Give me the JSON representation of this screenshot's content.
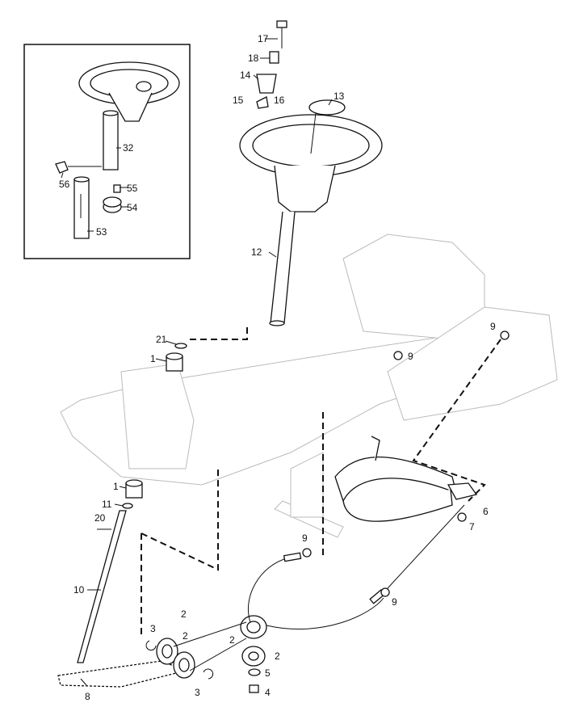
{
  "diagram": {
    "labels": {
      "p1a": "1",
      "p1b": "1",
      "p2a": "2",
      "p2b": "2",
      "p2c": "2",
      "p2d": "2",
      "p3a": "3",
      "p3b": "3",
      "p4": "4",
      "p5": "5",
      "p6": "6",
      "p7": "7",
      "p8": "8",
      "p9a": "9",
      "p9b": "9",
      "p9c": "9",
      "p9d": "9",
      "p10": "10",
      "p11": "11",
      "p12": "12",
      "p13": "13",
      "p14": "14",
      "p15": "15",
      "p16": "16",
      "p17": "17",
      "p18": "18",
      "p20": "20",
      "p21": "21",
      "p32": "32",
      "p53": "53",
      "p54": "54",
      "p55": "55",
      "p56": "56"
    }
  }
}
